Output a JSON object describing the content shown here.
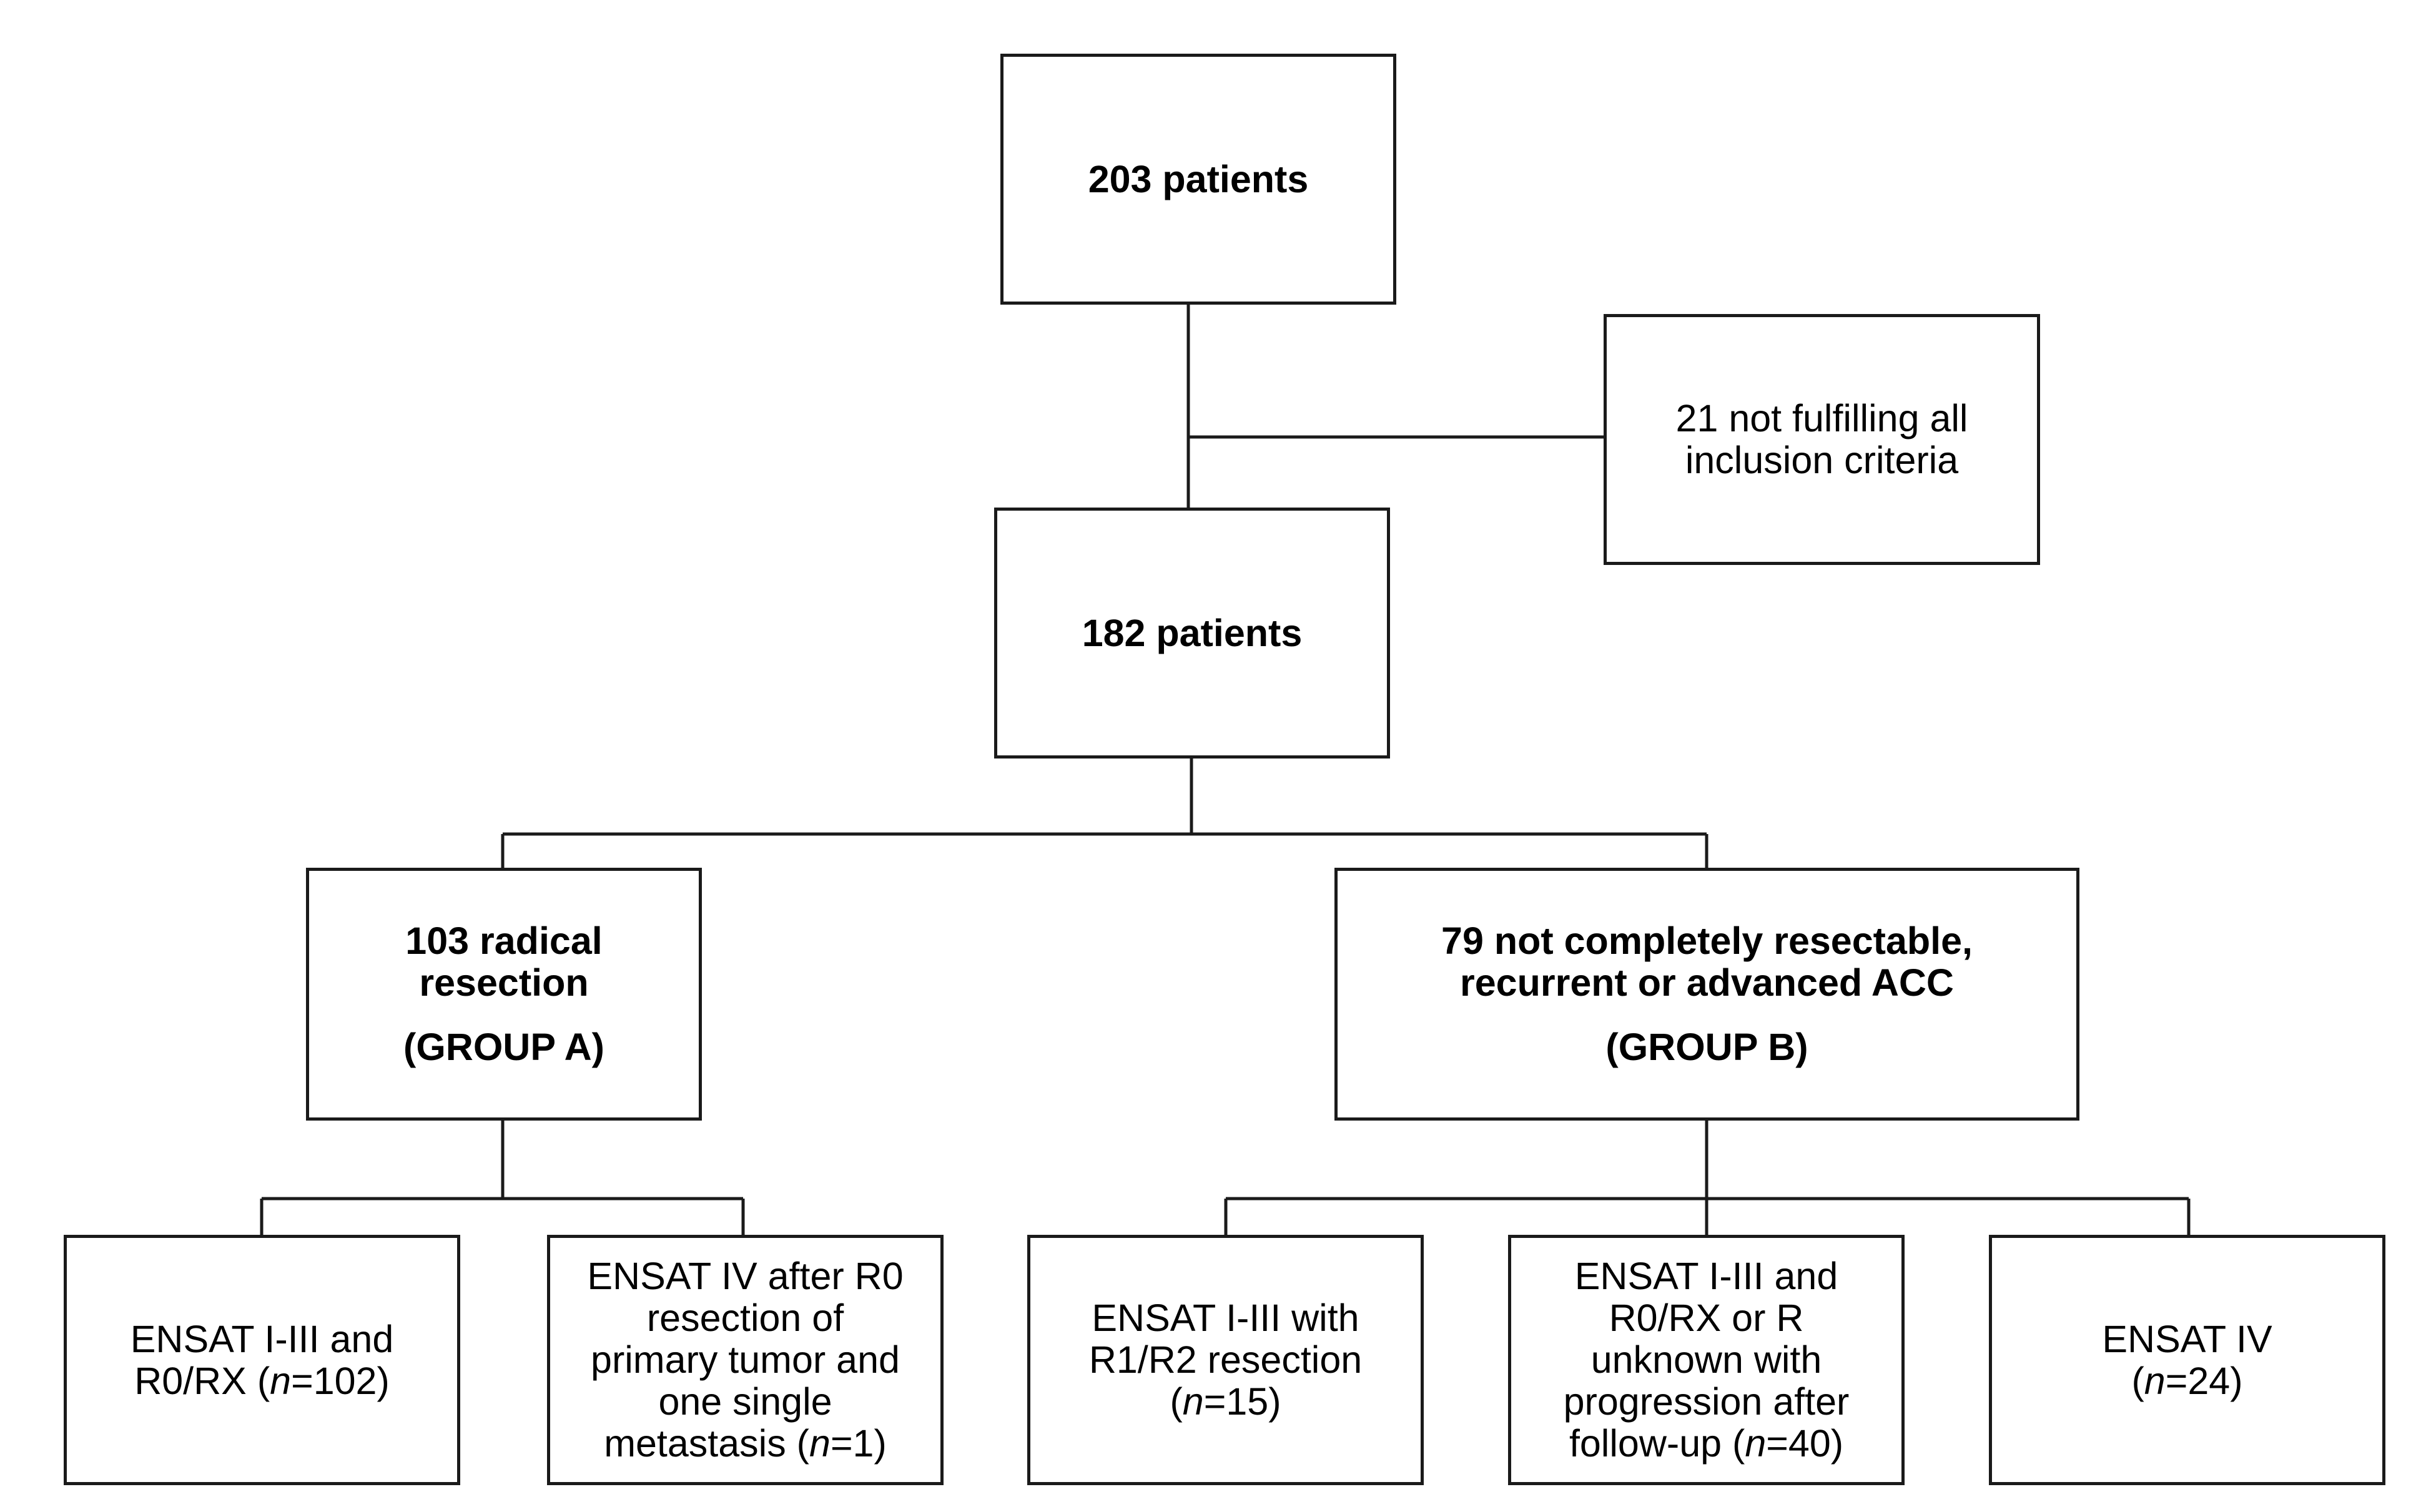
{
  "diagram": {
    "nodes": {
      "start": {
        "line1": "203 patients"
      },
      "excluded": {
        "line1": "21 not fulfilling all",
        "line2": "inclusion criteria"
      },
      "included": {
        "line1": "182 patients"
      },
      "group_a": {
        "line1": "103 radical",
        "line2": "resection",
        "group_label": "(GROUP A)"
      },
      "group_b": {
        "line1": "79 not completely resectable,",
        "line2": "recurrent or advanced ACC",
        "group_label": "(GROUP B)"
      },
      "a1": {
        "line1": "ENSAT I-III and",
        "line2_prefix": "R0/RX (",
        "n_label": "n",
        "line2_suffix": "=102)"
      },
      "a2": {
        "line1": "ENSAT IV after R0",
        "line2": "resection of",
        "line3": "primary tumor and",
        "line4": "one single",
        "line5_prefix": "metastasis (",
        "n_label": "n",
        "line5_suffix": "=1)"
      },
      "b1": {
        "line1": "ENSAT I-III with",
        "line2": "R1/R2 resection",
        "line3_prefix": "(",
        "n_label": "n",
        "line3_suffix": "=15)"
      },
      "b2": {
        "line1": "ENSAT I-III  and",
        "line2": "R0/RX or R",
        "line3": "unknown with",
        "line4": "progression after",
        "line5_prefix": "follow-up (",
        "n_label": "n",
        "line5_suffix": "=40)"
      },
      "b3": {
        "line1": "ENSAT IV",
        "line2_prefix": "(",
        "n_label": "n",
        "line2_suffix": "=24)"
      }
    },
    "colors": {
      "line": "#1a1a1a",
      "box_border": "#1a1a1a",
      "background": "#ffffff",
      "text": "#000000"
    }
  }
}
